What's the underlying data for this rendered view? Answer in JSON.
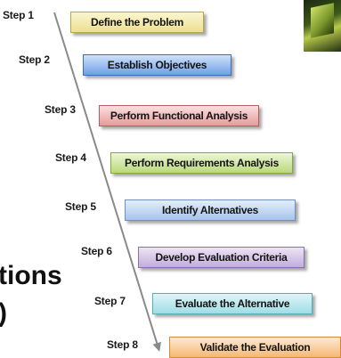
{
  "steps": [
    {
      "label": "Step 1",
      "text": "Define the Problem",
      "fill_from": "#fbf6d0",
      "fill_to": "#ede08e",
      "border": "#b8a84a"
    },
    {
      "label": "Step 2",
      "text": "Establish Objectives",
      "fill_from": "#cfe2fb",
      "fill_to": "#6f9fe4",
      "border": "#3a6fbf"
    },
    {
      "label": "Step 3",
      "text": "Perform Functional Analysis",
      "fill_from": "#fbe0e0",
      "fill_to": "#e79a9a",
      "border": "#c05a5a"
    },
    {
      "label": "Step 4",
      "text": "Perform Requirements Analysis",
      "fill_from": "#ecf6d6",
      "fill_to": "#b9d97a",
      "border": "#86a83f"
    },
    {
      "label": "Step 5",
      "text": "Identify Alternatives",
      "fill_from": "#e4eefb",
      "fill_to": "#a6c3ea",
      "border": "#6c8fc4"
    },
    {
      "label": "Step 6",
      "text": "Develop Evaluation Criteria",
      "fill_from": "#ece4f4",
      "fill_to": "#c2addb",
      "border": "#8b70ad"
    },
    {
      "label": "Step 7",
      "text": "Evaluate the Alternative",
      "fill_from": "#def5f7",
      "fill_to": "#9fdde6",
      "border": "#55aebb"
    },
    {
      "label": "Step 8",
      "text": "Validate the Evaluation",
      "fill_from": "#fde9d2",
      "fill_to": "#f5b874",
      "border": "#d68a36"
    }
  ],
  "partial_text": {
    "line1": "tions",
    "line2": ")"
  },
  "arrow_color": "#8a8a8a"
}
